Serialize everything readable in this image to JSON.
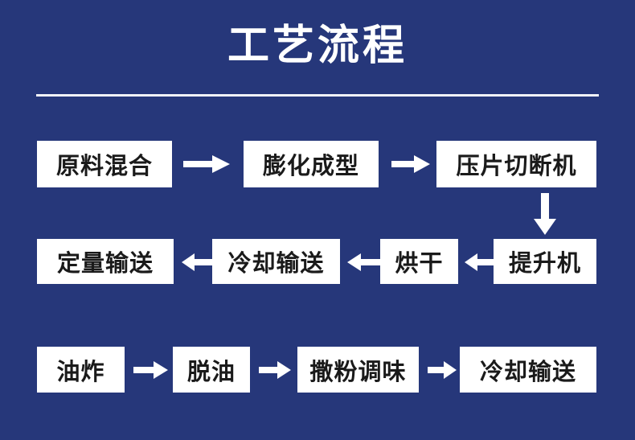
{
  "page": {
    "title": "工艺流程",
    "background_color": "#26377a",
    "box_fill_color": "#ffffff",
    "box_text_color": "#1a1a1a",
    "arrow_color": "#ffffff",
    "divider_color": "#f2f4fa"
  },
  "flow": {
    "rows": [
      {
        "direction": "left-to-right",
        "nodes": [
          {
            "label": "原料混合"
          },
          {
            "label": "膨化成型"
          },
          {
            "label": "压片切断机"
          }
        ],
        "arrows": [
          {
            "glyph": "→",
            "name": "arrow-right"
          },
          {
            "glyph": "→",
            "name": "arrow-right"
          }
        ]
      },
      {
        "direction": "right-to-left",
        "nodes": [
          {
            "label": "定量输送"
          },
          {
            "label": "冷却输送"
          },
          {
            "label": "烘干"
          },
          {
            "label": "提升机"
          }
        ],
        "arrows": [
          {
            "glyph": "←",
            "name": "arrow-left"
          },
          {
            "glyph": "←",
            "name": "arrow-left"
          },
          {
            "glyph": "←",
            "name": "arrow-left"
          }
        ]
      },
      {
        "direction": "left-to-right",
        "nodes": [
          {
            "label": "油炸"
          },
          {
            "label": "脱油"
          },
          {
            "label": "撒粉调味"
          },
          {
            "label": "冷却输送"
          }
        ],
        "arrows": [
          {
            "glyph": "→",
            "name": "arrow-right"
          },
          {
            "glyph": "→",
            "name": "arrow-right"
          },
          {
            "glyph": "→",
            "name": "arrow-right"
          }
        ]
      }
    ],
    "connectors": [
      {
        "glyph": "↓",
        "name": "arrow-down",
        "from": "压片切断机",
        "to": "提升机"
      }
    ]
  }
}
